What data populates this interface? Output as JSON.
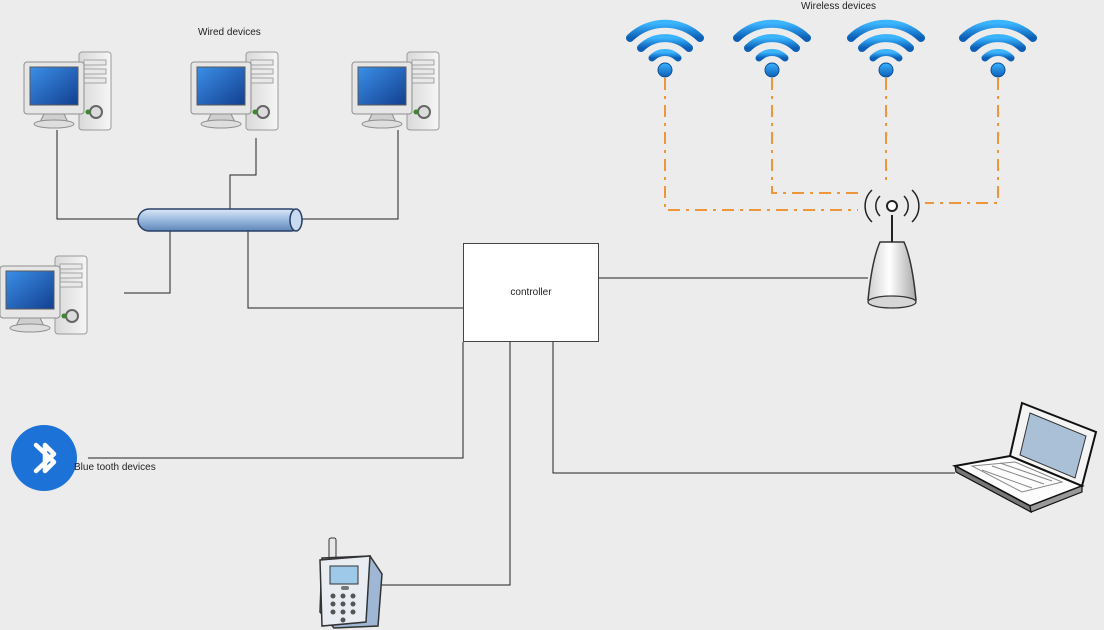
{
  "diagram": {
    "labels": {
      "wired_devices": "Wired devices",
      "wireless_devices": "Wireless devices",
      "bluetooth_devices": "Blue tooth devices",
      "controller": "controller"
    },
    "colors": {
      "background": "#ececec",
      "wire": "#222222",
      "wireless_link": "#f0963a",
      "screen_blue": "#1f5fb8",
      "bluetooth_blue": "#1d72d8",
      "wifi_blue": "#1a8ee0"
    },
    "icons": {
      "wired_device": "desktop-computer-icon",
      "wireless_device": "wifi-signal-icon",
      "access_point": "wireless-access-point-icon",
      "bluetooth": "bluetooth-icon",
      "laptop": "laptop-icon",
      "phone": "mobile-phone-icon",
      "hub": "network-bus-icon"
    }
  }
}
